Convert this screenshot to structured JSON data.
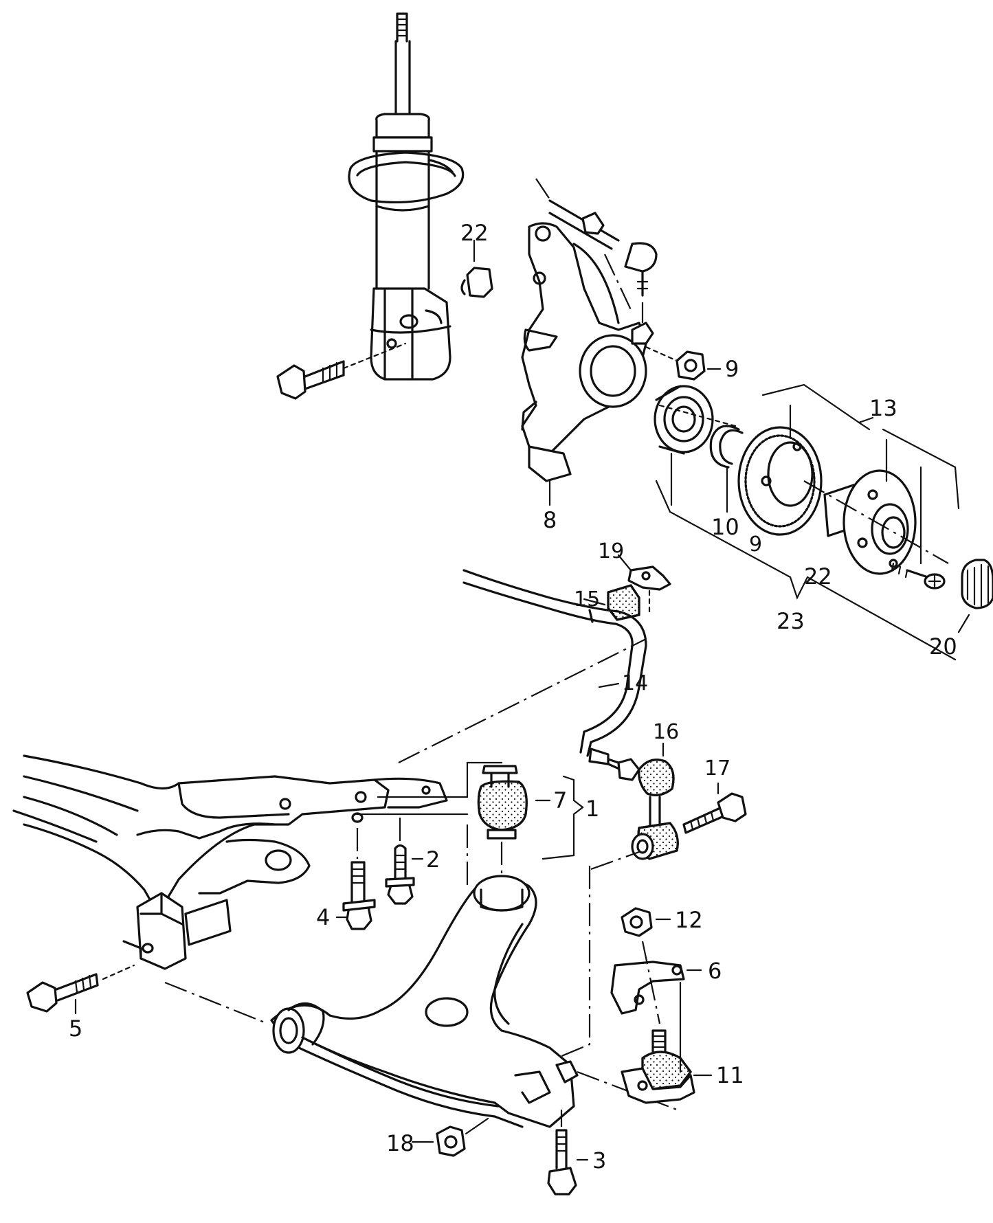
{
  "labels": {
    "l1": "1",
    "l2": "2",
    "l3": "3",
    "l4": "4",
    "l5": "5",
    "l6": "6",
    "l7": "7",
    "l8": "8",
    "l9a": "9",
    "l9b": "9",
    "l10": "10",
    "l11": "11",
    "l12": "12",
    "l13": "13",
    "l14": "14",
    "l15": "15",
    "l16": "16",
    "l17": "17",
    "l18": "18",
    "l19": "19",
    "l20": "20",
    "l22a": "22",
    "l22b": "22",
    "l23": "23"
  }
}
